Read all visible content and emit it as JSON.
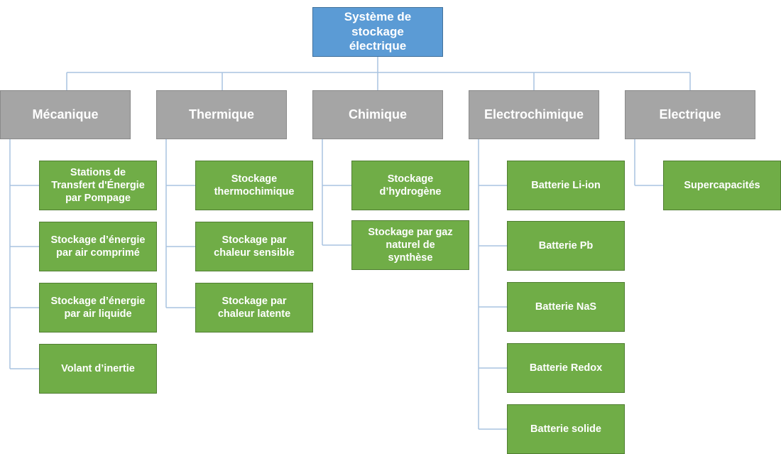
{
  "root": {
    "label": "Système de\nstockage\nélectrique"
  },
  "categories": [
    {
      "label": "Mécanique",
      "items": [
        "Stations de\nTransfert d'Énergie\npar Pompage",
        "Stockage d’énergie\npar air comprimé",
        "Stockage d’énergie\npar air liquide",
        "Volant d’inertie"
      ]
    },
    {
      "label": "Thermique",
      "items": [
        "Stockage\nthermochimique",
        "Stockage par\nchaleur sensible",
        "Stockage par\nchaleur latente"
      ]
    },
    {
      "label": "Chimique",
      "items": [
        "Stockage\nd’hydrogène",
        "Stockage par gaz\nnaturel de\nsynthèse"
      ]
    },
    {
      "label": "Electrochimique",
      "items": [
        "Batterie Li-ion",
        "Batterie Pb",
        "Batterie NaS",
        "Batterie Redox",
        "Batterie solide"
      ]
    },
    {
      "label": "Electrique",
      "items": [
        "Supercapacités"
      ]
    }
  ],
  "colors": {
    "root": "#5b9bd5",
    "category": "#a5a5a5",
    "leaf": "#70ad47",
    "connector": "#a9c3e0"
  }
}
